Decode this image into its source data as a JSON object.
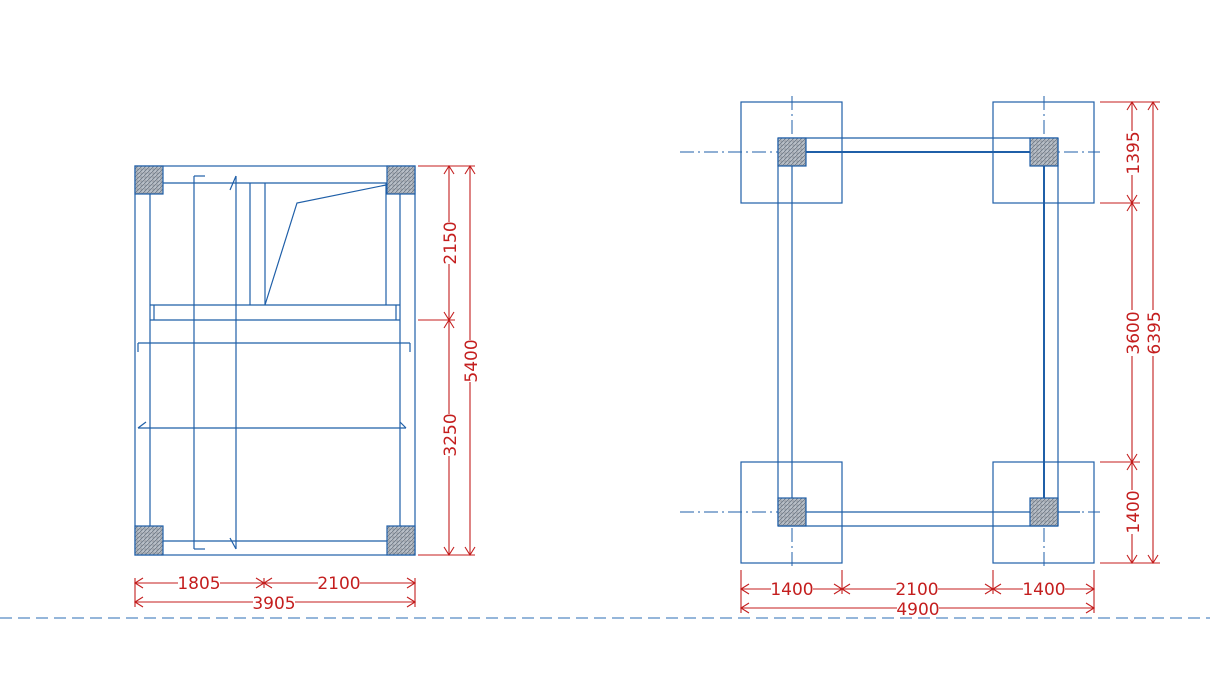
{
  "colors": {
    "structure": "#1f5fa8",
    "dimension": "#c41e1e",
    "background": "#ffffff"
  },
  "left_plan": {
    "dims": {
      "vert_top": "2150",
      "vert_bottom": "3250",
      "vert_total": "5400",
      "horiz_left": "1805",
      "horiz_right": "2100",
      "horiz_total": "3905"
    }
  },
  "right_plan": {
    "dims": {
      "vert_top": "1395",
      "vert_mid": "3600",
      "vert_bottom": "1400",
      "vert_total": "6395",
      "horiz_left": "1400",
      "horiz_mid": "2100",
      "horiz_right": "1400",
      "horiz_total": "4900"
    }
  }
}
